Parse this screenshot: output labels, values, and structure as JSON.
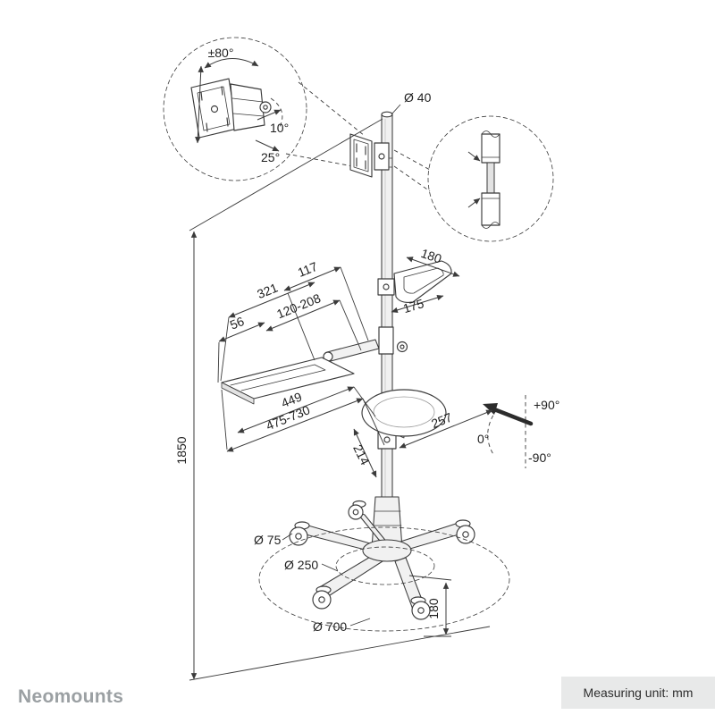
{
  "brand": "Neomounts",
  "footer": {
    "measuring_unit": "Measuring unit: mm"
  },
  "colors": {
    "line": "#3b3b3b",
    "brand_grey": "#9ba0a3",
    "footer_bar": "#e8e9e9"
  },
  "labels": {
    "pole_diameter": "Ø 40",
    "tilt_range": "±80°",
    "tilt_up": "10°",
    "tilt_down": "25°",
    "handle_width": "180",
    "handle_depth": "175",
    "d117": "117",
    "d321": "321",
    "d120_208": "120-208",
    "d56": "56",
    "d449": "449",
    "d475_730": "475-730",
    "d214": "214",
    "d257": "257",
    "total_height": "1850",
    "rot_plus": "+90°",
    "rot_zero": "0°",
    "rot_minus": "-90°",
    "caster_diameter": "Ø 75",
    "hub_diameter": "Ø 250",
    "footprint_diameter": "Ø 700",
    "base_height": "180"
  }
}
